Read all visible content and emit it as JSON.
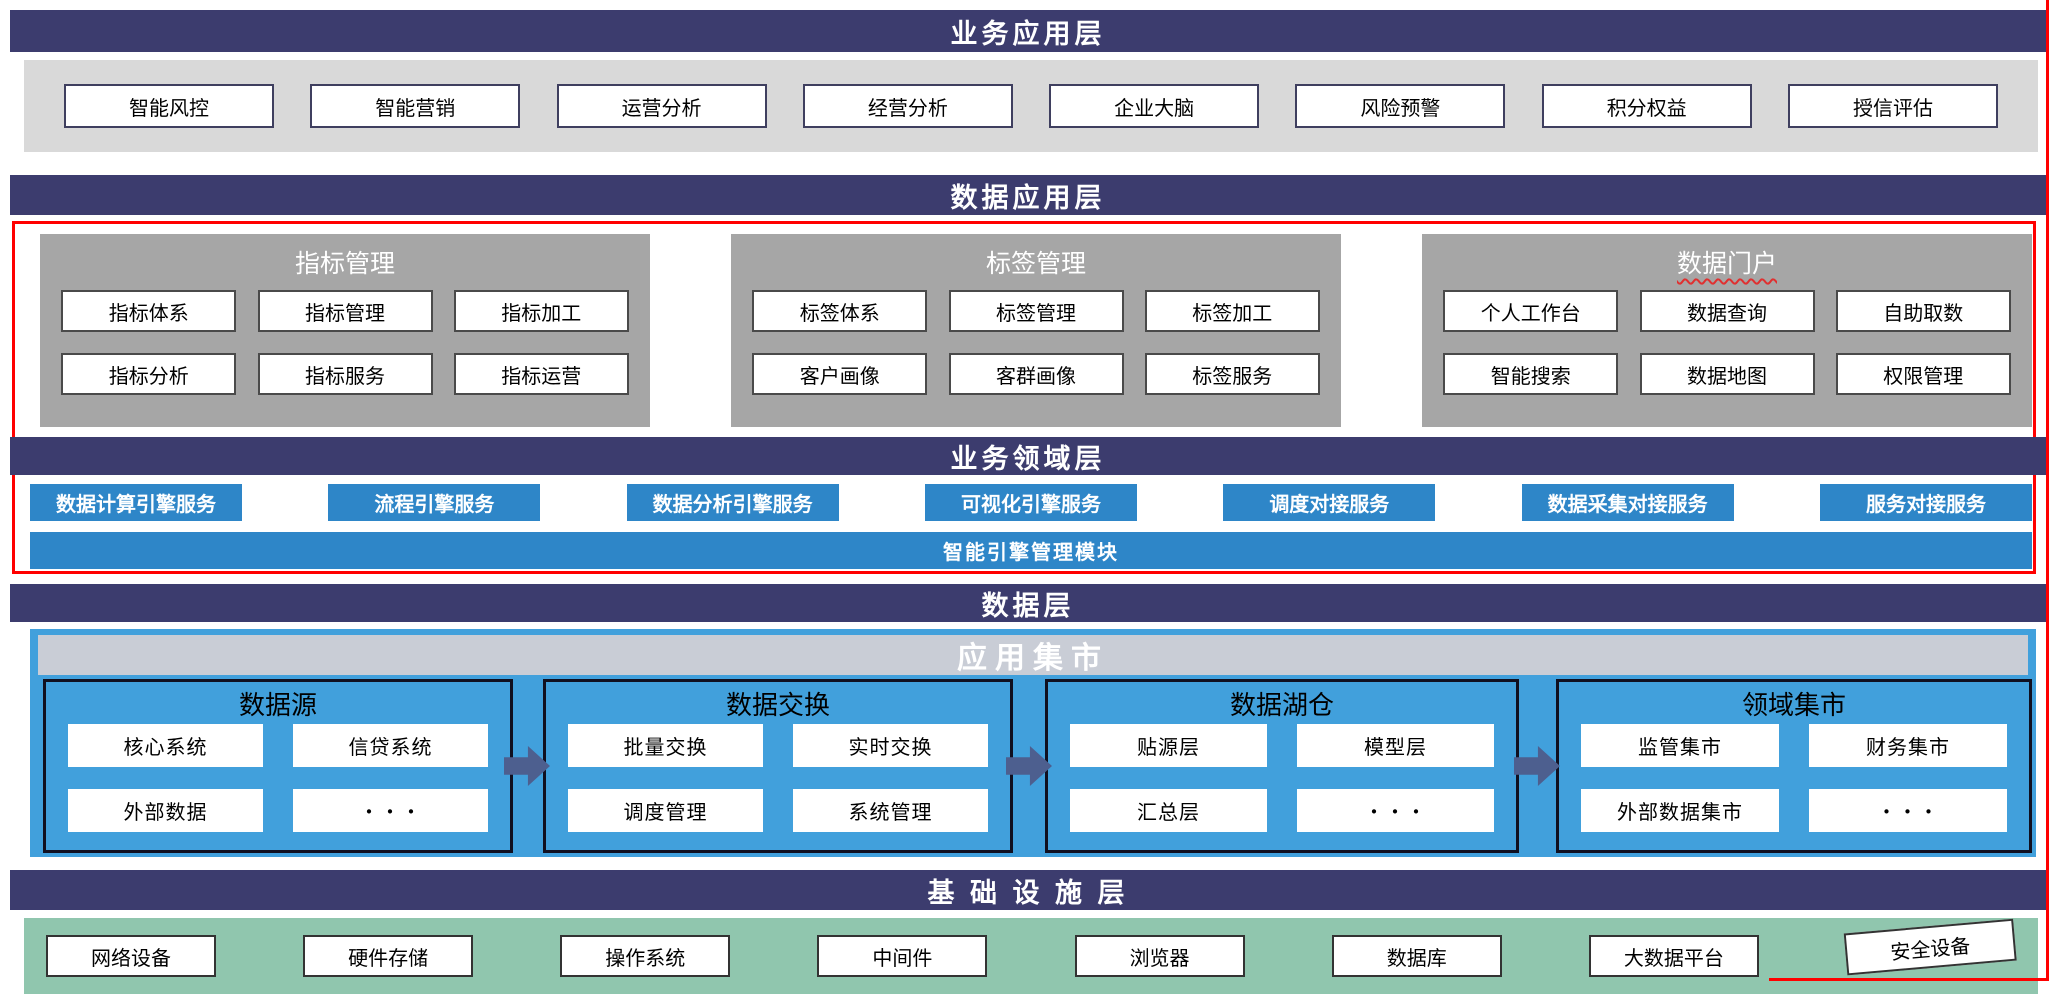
{
  "banners": {
    "business_app": "业务应用层",
    "data_app": "数据应用层",
    "business_domain": "业务领域层",
    "data": "数据层",
    "infrastructure": "基 础 设 施 层"
  },
  "business_app_items": [
    "智能风控",
    "智能营销",
    "运营分析",
    "经营分析",
    "企业大脑",
    "风险预警",
    "积分权益",
    "授信评估"
  ],
  "data_app_panels": [
    {
      "title": "指标管理",
      "items": [
        "指标体系",
        "指标管理",
        "指标加工",
        "指标分析",
        "指标服务",
        "指标运营"
      ]
    },
    {
      "title": "标签管理",
      "items": [
        "标签体系",
        "标签管理",
        "标签加工",
        "客户画像",
        "客群画像",
        "标签服务"
      ]
    },
    {
      "title": "数据门户",
      "items": [
        "个人工作台",
        "数据查询",
        "自助取数",
        "智能搜索",
        "数据地图",
        "权限管理"
      ]
    }
  ],
  "domain_services": [
    "数据计算引擎服务",
    "流程引擎服务",
    "数据分析引擎服务",
    "可视化引擎服务",
    "调度对接服务",
    "数据采集对接服务",
    "服务对接服务"
  ],
  "engine_bar": "智能引擎管理模块",
  "app_mart": {
    "title": "应用集市",
    "panels": [
      {
        "title": "数据源",
        "items": [
          "核心系统",
          "信贷系统",
          "外部数据",
          "・・・"
        ]
      },
      {
        "title": "数据交换",
        "items": [
          "批量交换",
          "实时交换",
          "调度管理",
          "系统管理"
        ]
      },
      {
        "title": "数据湖仓",
        "items": [
          "贴源层",
          "模型层",
          "汇总层",
          "・・・"
        ]
      },
      {
        "title": "领域集市",
        "items": [
          "监管集市",
          "财务集市",
          "外部数据集市",
          "・・・"
        ]
      }
    ]
  },
  "infrastructure_items": [
    "网络设备",
    "硬件存储",
    "操作系统",
    "中间件",
    "浏览器",
    "数据库",
    "大数据平台",
    "安全设备"
  ],
  "colors": {
    "banner_navy": "#3C3C6E",
    "gray_band": "#D9D9D9",
    "gray_panel": "#A6A6A6",
    "service_blue": "#2E86C8",
    "section_blue": "#41A0DC",
    "mart_header_gray": "#C9CDD6",
    "green_band": "#90C6AE",
    "arrow_blue": "#4D5F8F",
    "highlight_red": "#FF0000"
  }
}
